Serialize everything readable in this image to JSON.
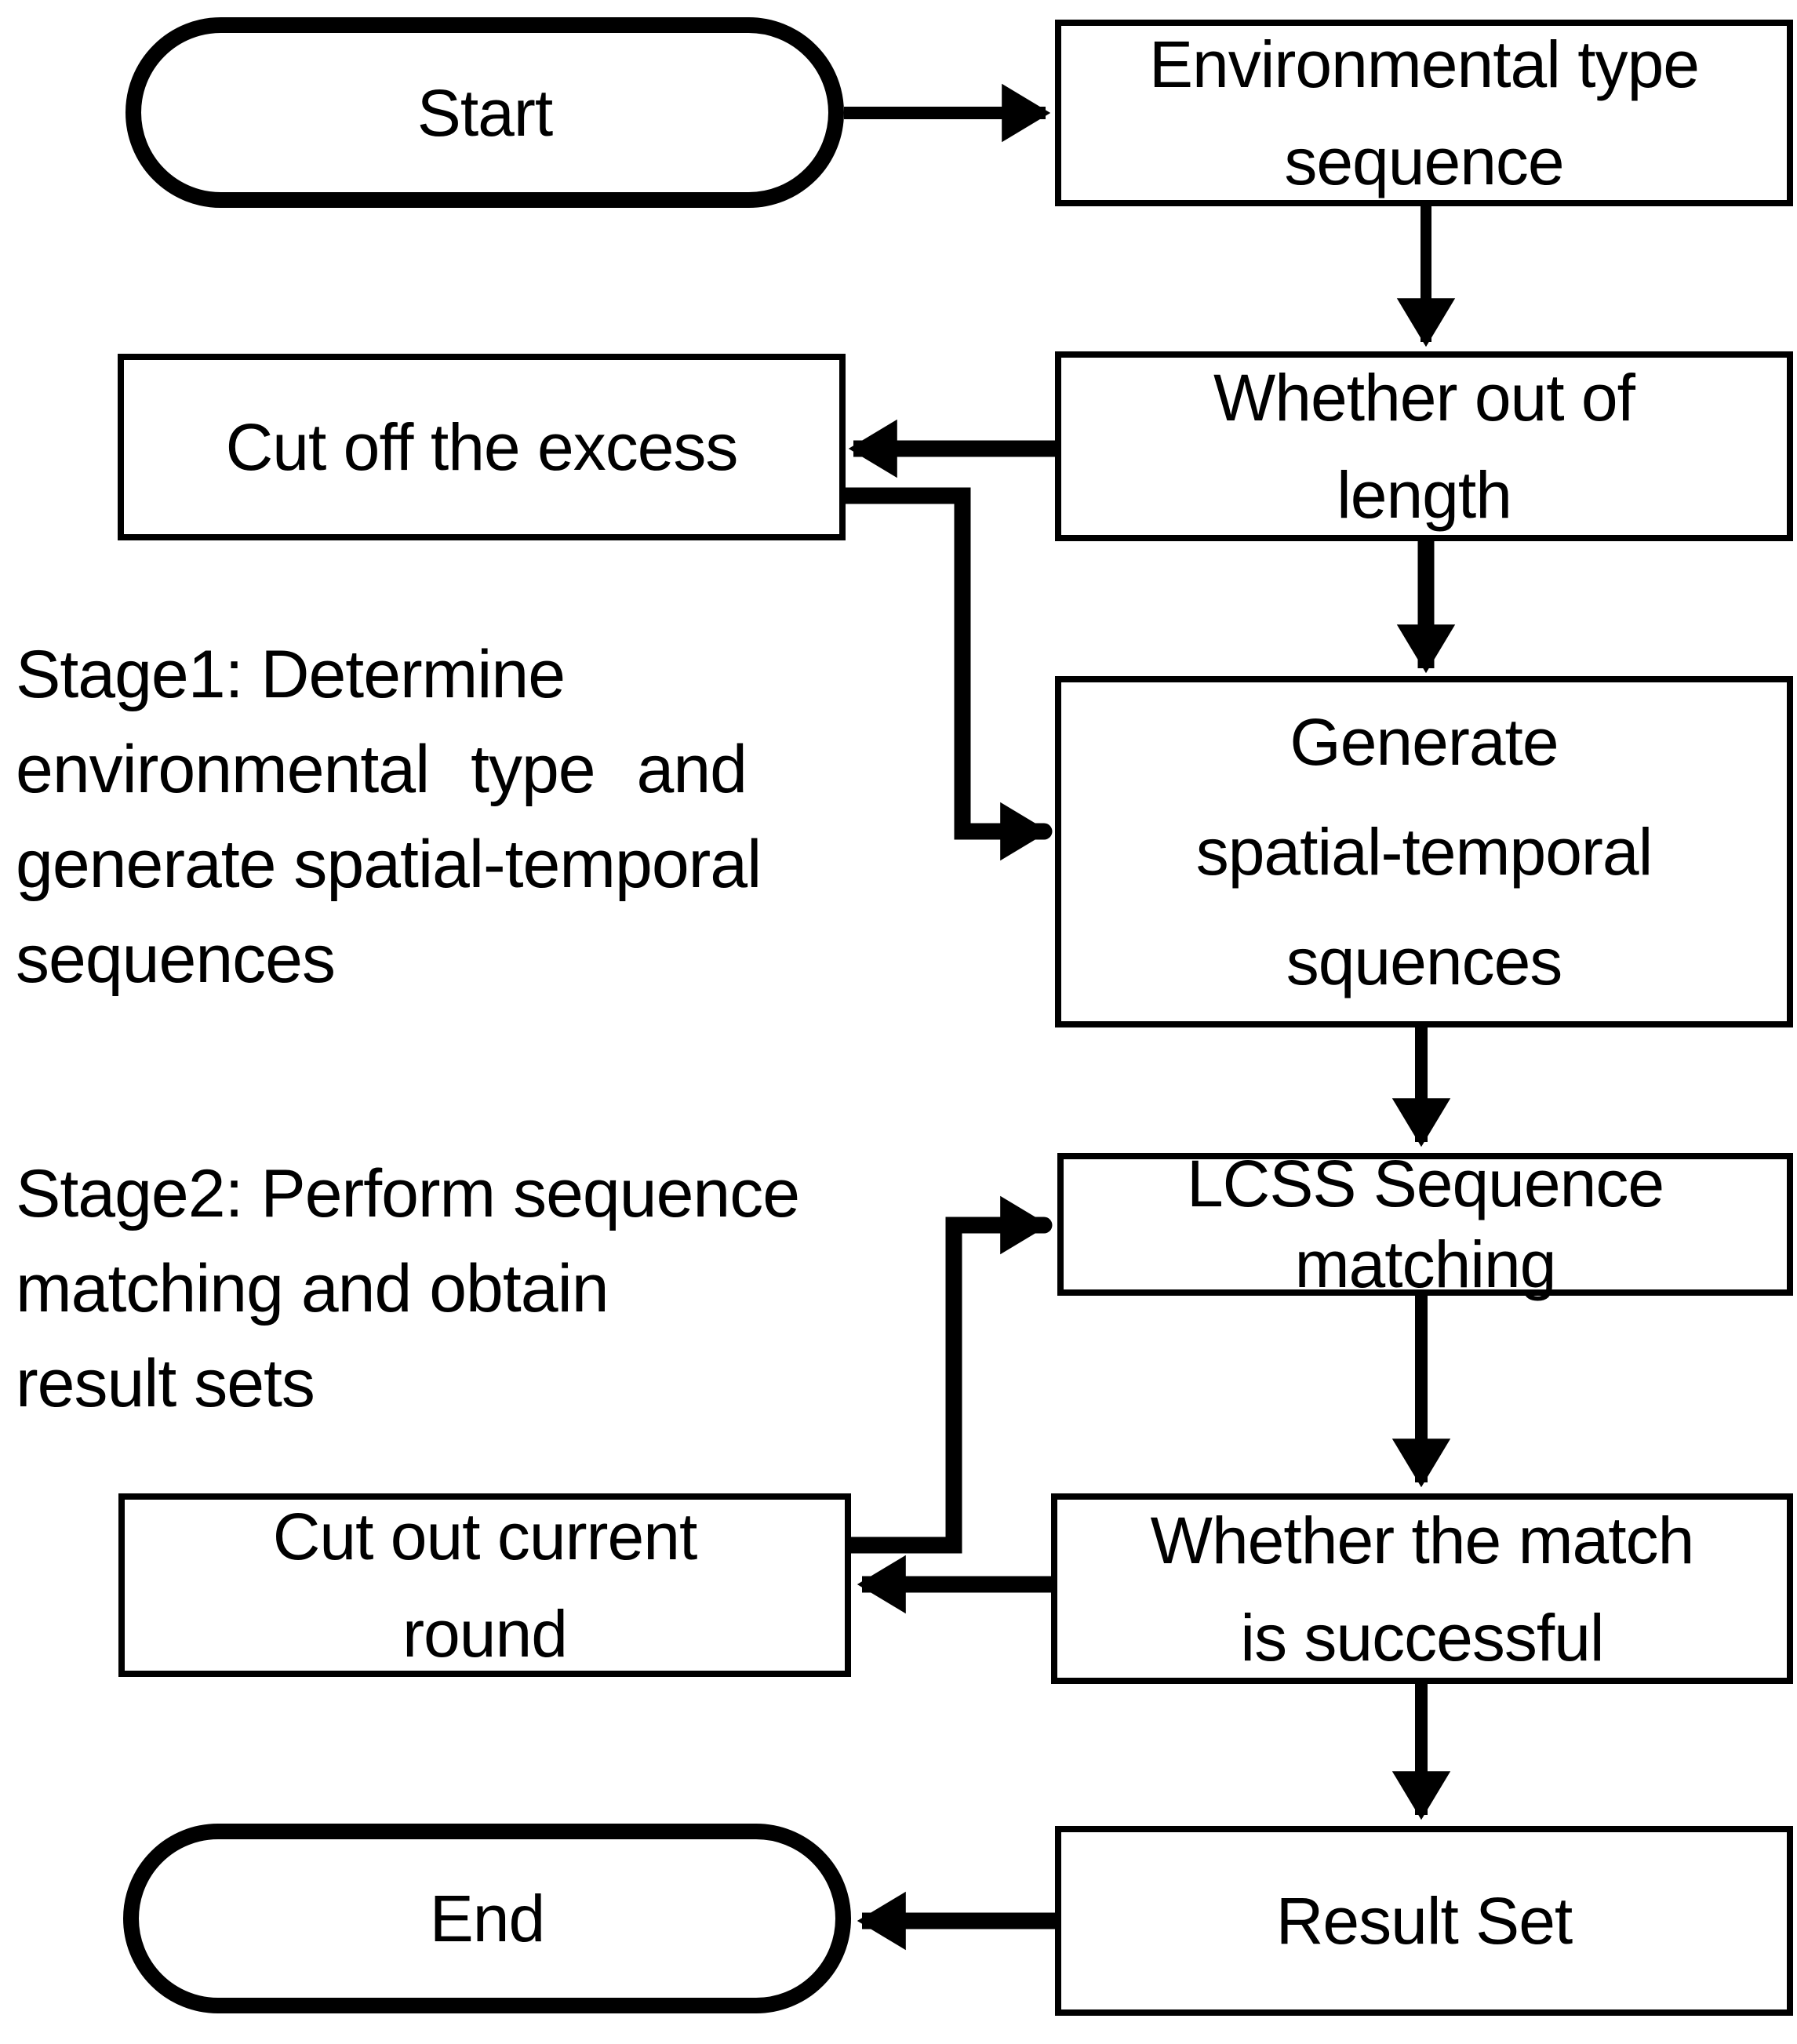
{
  "flowchart": {
    "colors": {
      "stroke": "#000000",
      "background": "#ffffff"
    },
    "nodes": [
      {
        "id": "start",
        "type": "terminator",
        "label": "Start",
        "lines": [
          "Start"
        ]
      },
      {
        "id": "env-seq",
        "type": "process",
        "label": "Environmental type sequence",
        "lines": [
          "Environmental type",
          "sequence"
        ]
      },
      {
        "id": "cut-off-excess",
        "type": "process",
        "label": "Cut off the excess",
        "lines": [
          "Cut off the excess"
        ]
      },
      {
        "id": "whether-length",
        "type": "process",
        "label": "Whether out of length",
        "lines": [
          "Whether out of",
          "length"
        ]
      },
      {
        "id": "generate-seq",
        "type": "process",
        "label": "Generate spatial-temporal squences",
        "lines": [
          "Generate",
          "spatial-temporal",
          "squences"
        ]
      },
      {
        "id": "lcss-matching",
        "type": "process",
        "label": "LCSS Sequence matching",
        "lines": [
          "LCSS Sequence",
          "matching"
        ]
      },
      {
        "id": "cut-out-round",
        "type": "process",
        "label": "Cut out current round",
        "lines": [
          "Cut out current",
          "round"
        ]
      },
      {
        "id": "whether-match",
        "type": "process",
        "label": "Whether the match is successful",
        "lines": [
          "Whether the match",
          "is successful"
        ]
      },
      {
        "id": "result-set",
        "type": "process",
        "label": "Result Set",
        "lines": [
          "Result Set"
        ]
      },
      {
        "id": "end",
        "type": "terminator",
        "label": "End",
        "lines": [
          "End"
        ]
      }
    ],
    "annotations": [
      {
        "id": "stage1",
        "label": "Stage1: Determine environmental type and generate spatial-temporal sequences",
        "lines": [
          "Stage1: Determine",
          "environmental type and",
          "generate spatial-temporal",
          "sequences"
        ]
      },
      {
        "id": "stage2",
        "label": "Stage2: Perform sequence matching and obtain result sets",
        "lines": [
          "Stage2: Perform sequence",
          "matching and obtain",
          "result sets"
        ]
      }
    ],
    "edges": [
      {
        "from": "start",
        "to": "env-seq"
      },
      {
        "from": "env-seq",
        "to": "whether-length"
      },
      {
        "from": "whether-length",
        "to": "cut-off-excess"
      },
      {
        "from": "cut-off-excess",
        "to": "generate-seq"
      },
      {
        "from": "whether-length",
        "to": "generate-seq"
      },
      {
        "from": "generate-seq",
        "to": "lcss-matching"
      },
      {
        "from": "lcss-matching",
        "to": "whether-match"
      },
      {
        "from": "whether-match",
        "to": "cut-out-round"
      },
      {
        "from": "cut-out-round",
        "to": "lcss-matching"
      },
      {
        "from": "whether-match",
        "to": "result-set"
      },
      {
        "from": "result-set",
        "to": "end"
      }
    ]
  }
}
